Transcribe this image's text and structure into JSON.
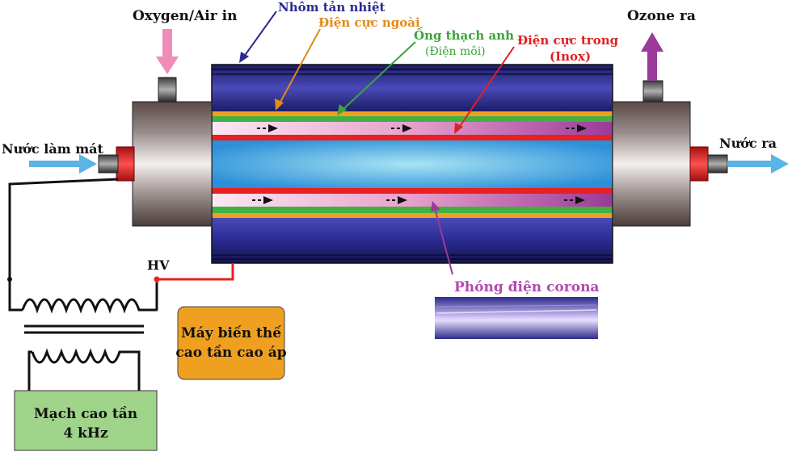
{
  "labels": {
    "oxygen_in": "Oxygen/Air in",
    "heat_sink": "Nhôm tản nhiệt",
    "outer_electrode": "Điện cực ngoài",
    "quartz_tube": "Ống thạch anh",
    "dielectric": "(Điện môi)",
    "inner_electrode": "Điện cực trong",
    "inox": "(Inox)",
    "ozone_out": "Ozone ra",
    "cooling_water_in": "Nước làm mát",
    "water_out": "Nước ra",
    "hv": "HV",
    "corona": "Phóng điện corona",
    "transformer_line1": "Máy biến thế",
    "transformer_line2": "cao tần cao áp",
    "circuit_line1": "Mạch cao tần",
    "circuit_line2": "4 kHz"
  },
  "colors": {
    "heat_sink_label": "#2b2b8f",
    "outer_electrode_label": "#e08a1a",
    "quartz_label": "#3aa53a",
    "inner_electrode_label": "#e02020",
    "ozone_arrow": "#9b3a9b",
    "oxygen_arrow": "#f08cb8",
    "water_arrow": "#5ab4e6",
    "corona_label": "#b04ab0",
    "transformer_box": "#f0a020",
    "circuit_box": "#9fd48a"
  }
}
